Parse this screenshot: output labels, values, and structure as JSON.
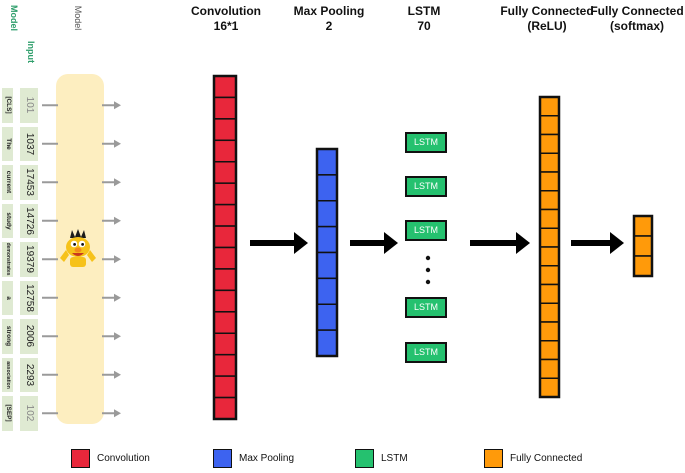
{
  "sidebar": {
    "model_label": "Model",
    "input_label": "Input",
    "model_caption": "Model"
  },
  "tokens": [
    {
      "word": "[CLS]",
      "id": "101"
    },
    {
      "word": "The",
      "id": "1037"
    },
    {
      "word": "current",
      "id": "17453"
    },
    {
      "word": "study",
      "id": "14726"
    },
    {
      "word": "demonstrates",
      "id": "19379"
    },
    {
      "word": "a",
      "id": "12758"
    },
    {
      "word": "strong",
      "id": "2006"
    },
    {
      "word": "association",
      "id": "2293"
    },
    {
      "word": "[SEP]",
      "id": "102"
    }
  ],
  "headers": {
    "conv": {
      "line1": "Convolution",
      "line2": "16*1"
    },
    "pool": {
      "line1": "Max Pooling",
      "line2": "2"
    },
    "lstm": {
      "line1": "LSTM",
      "line2": "70"
    },
    "fc_relu": {
      "line1": "Fully Connected",
      "line2": "(ReLU)"
    },
    "fc_softmax": {
      "line1": "Fully Connected",
      "line2": "(softmax)"
    }
  },
  "lstm_cells": [
    "LSTM",
    "LSTM",
    "LSTM",
    "LSTM",
    "LSTM"
  ],
  "legend": [
    {
      "label": "Convolution",
      "color": "#e8273b"
    },
    {
      "label": "Max Pooling",
      "color": "#3d63f0"
    },
    {
      "label": "LSTM",
      "color": "#25c16f"
    },
    {
      "label": "Fully Connected",
      "color": "#ff9a0a"
    }
  ],
  "colors": {
    "conv": "#e8273b",
    "pool": "#3d63f0",
    "lstm": "#25c16f",
    "fc": "#ff9a0a",
    "model_box": "#fdeec0",
    "token_box": "#dfead2",
    "label_green": "#2e9e6b"
  },
  "icons": {
    "model": "bert-character-icon"
  }
}
